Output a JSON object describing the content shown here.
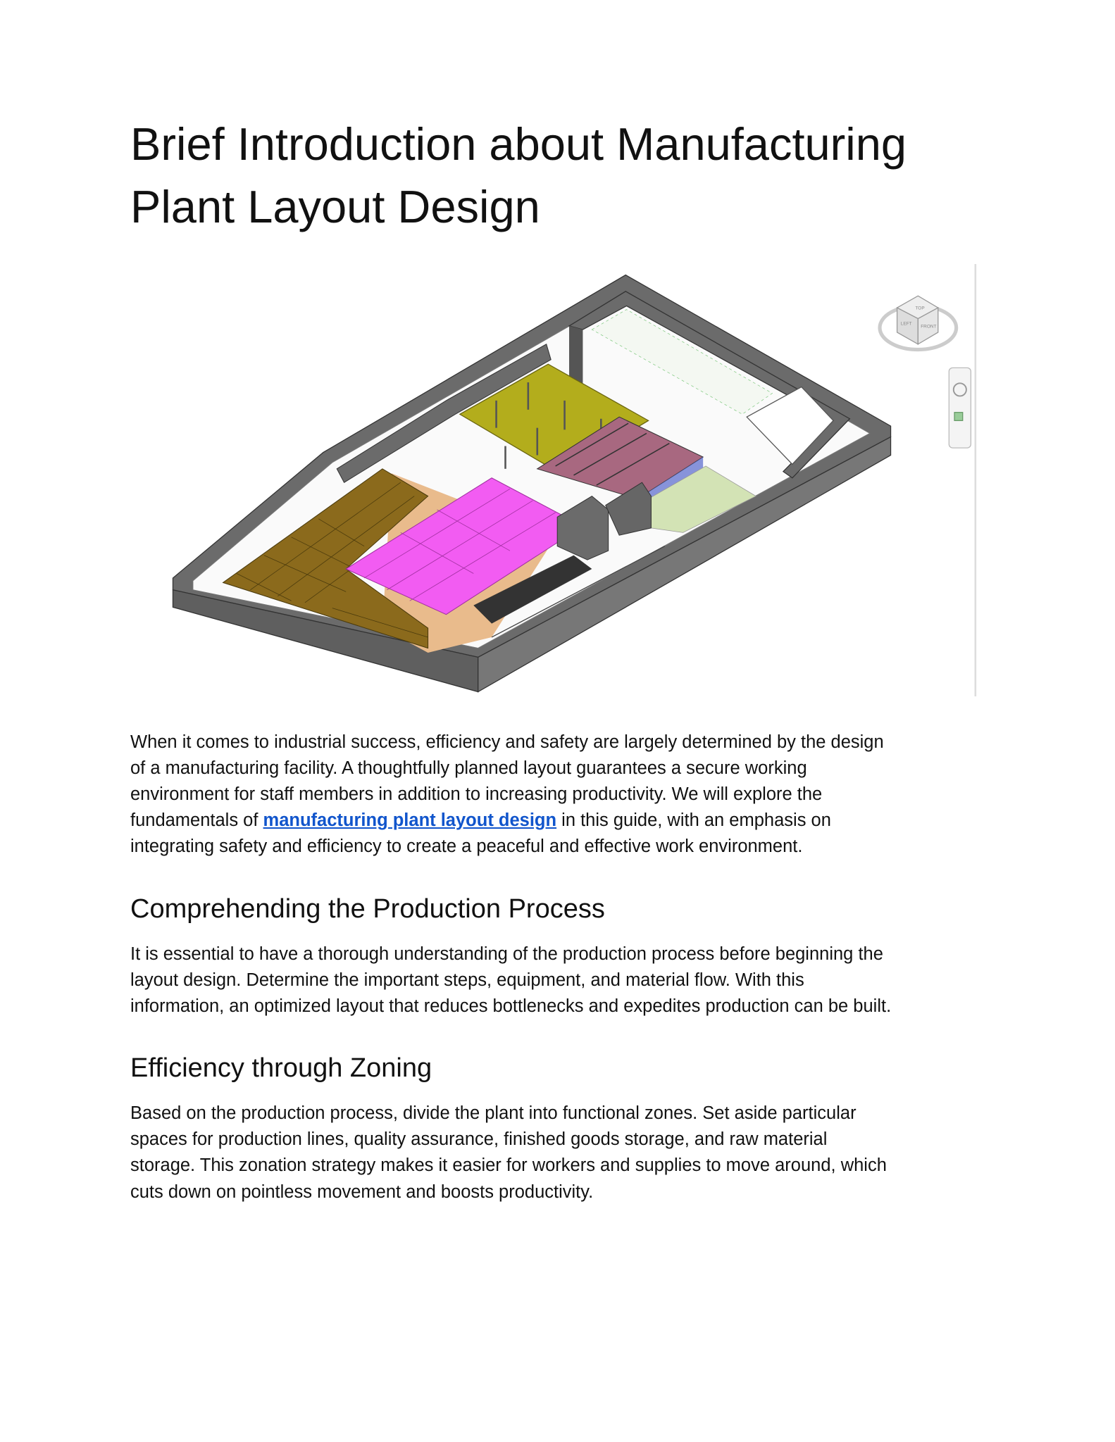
{
  "title": {
    "line1": "Brief Introduction about Manufacturing",
    "line2": "Plant Layout Design"
  },
  "figure": {
    "nav_cube": {
      "top": "TOP",
      "left": "LEFT",
      "front": "FRONT"
    }
  },
  "intro": {
    "lines": [
      "When it comes to industrial success, efficiency and safety are largely determined by the design",
      "of a manufacturing facility. A thoughtfully planned layout guarantees a secure working",
      "environment for staff members in addition to increasing productivity. We will explore the"
    ],
    "line4_before": "fundamentals of ",
    "link_text": "manufacturing plant layout design",
    "line4_after": " in this guide, with an emphasis on",
    "line5": "integrating safety and efficiency to create a peaceful and effective work environment."
  },
  "section1": {
    "heading": "Comprehending the Production Process",
    "lines": [
      "It is essential to have a thorough understanding of the production process before beginning the",
      "layout design. Determine the important steps, equipment, and material flow. With this",
      "information, an optimized layout that reduces bottlenecks and expedites production can be built."
    ]
  },
  "section2": {
    "heading": "Efficiency through Zoning",
    "lines": [
      "Based on the production process, divide the plant into functional zones. Set aside particular",
      "spaces for production lines, quality assurance, finished goods storage, and raw material",
      "storage. This zonation strategy makes it easier for workers and supplies to move around, which",
      "cuts down on pointless movement and boosts productivity."
    ]
  },
  "colors": {
    "link": "#1155cc",
    "wall": "#6b6b6b",
    "olive": "#b3ad1c",
    "pink": "#f25cf2",
    "brown": "#8b6a1c",
    "tan": "#e9bb8c",
    "lawn": "#d3e3b5"
  }
}
